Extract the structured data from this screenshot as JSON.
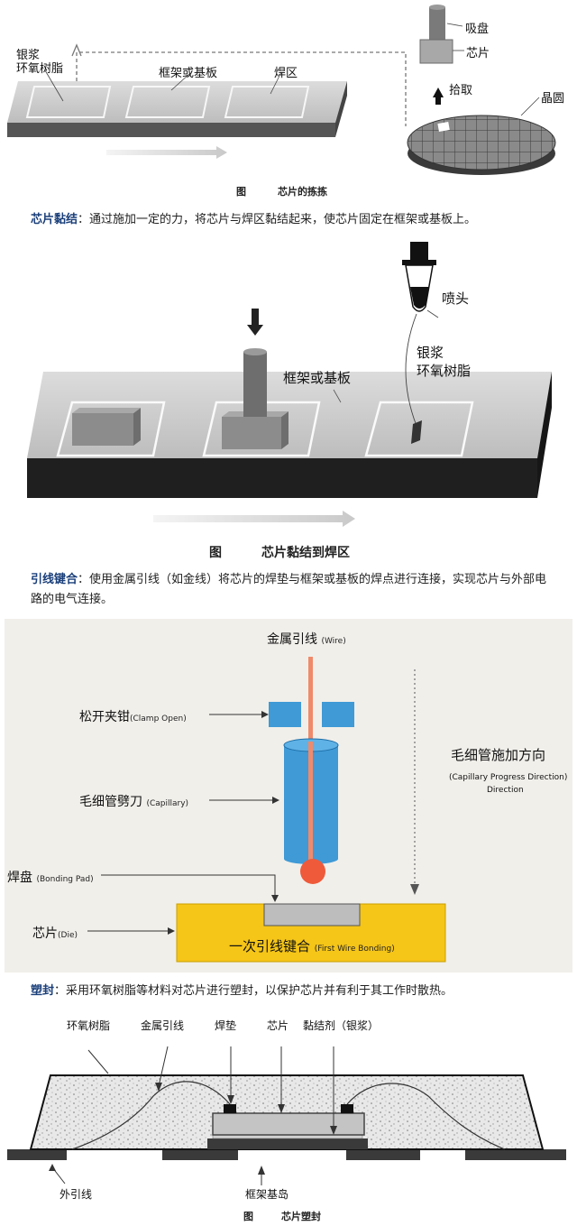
{
  "section1": {
    "labels": {
      "silver_epoxy_1": "银浆",
      "silver_epoxy_2": "环氧树脂",
      "frame_substrate": "框架或基板",
      "weld_zone": "焊区",
      "suction_cup": "吸盘",
      "chip": "芯片",
      "pick": "拾取",
      "wafer": "晶圆"
    },
    "caption_prefix": "图",
    "caption": "芯片的拣拣"
  },
  "paragraph1": {
    "term": "芯片黏结",
    "text": "：通过施加一定的力，将芯片与焊区黏结起来，使芯片固定在框架或基板上。"
  },
  "section2": {
    "labels": {
      "nozzle": "喷头",
      "frame_substrate": "框架或基板",
      "silver_epoxy_1": "银浆",
      "silver_epoxy_2": "环氧树脂"
    },
    "caption_prefix": "图",
    "caption": "芯片黏结到焊区"
  },
  "paragraph2": {
    "term": "引线键合",
    "text": "：使用金属引线（如金线）将芯片的焊垫与框架或基板的焊点进行连接，实现芯片与外部电路的电气连接。"
  },
  "section3": {
    "wire_cn": "金属引线",
    "wire_en": "(Wire)",
    "clamp_cn": "松开夹钳",
    "clamp_en": "(Clamp Open)",
    "capillary_cn": "毛细管劈刀",
    "capillary_en": "(Capillary)",
    "pad_cn": "焊盘",
    "pad_en": "(Bonding Pad)",
    "die_cn": "芯片",
    "die_en": "(Die)",
    "direction_cn": "毛细管施加方向",
    "direction_en_1": "(Capillary Progress Direction)",
    "direction_en_2": "Direction",
    "bond_cn": "一次引线键合",
    "bond_en": "(First Wire Bonding)",
    "colors": {
      "background": "#f1efea",
      "wire": "#f08a6a",
      "ball": "#ee5a3a",
      "blue": "#3f9ad6",
      "die": "#f5c518",
      "pad": "#bdbdbd"
    }
  },
  "paragraph3": {
    "term": "塑封",
    "text": "：采用环氧树脂等材料对芯片进行塑封，以保护芯片并有利于其工作时散热。"
  },
  "section4": {
    "labels": {
      "epoxy": "环氧树脂",
      "metal_wire": "金属引线",
      "pad": "焊垫",
      "chip": "芯片",
      "adhesive": "黏结剂（银浆）",
      "outer_lead": "外引线",
      "frame_island": "框架基岛"
    },
    "caption_prefix": "图",
    "caption": "芯片塑封"
  }
}
